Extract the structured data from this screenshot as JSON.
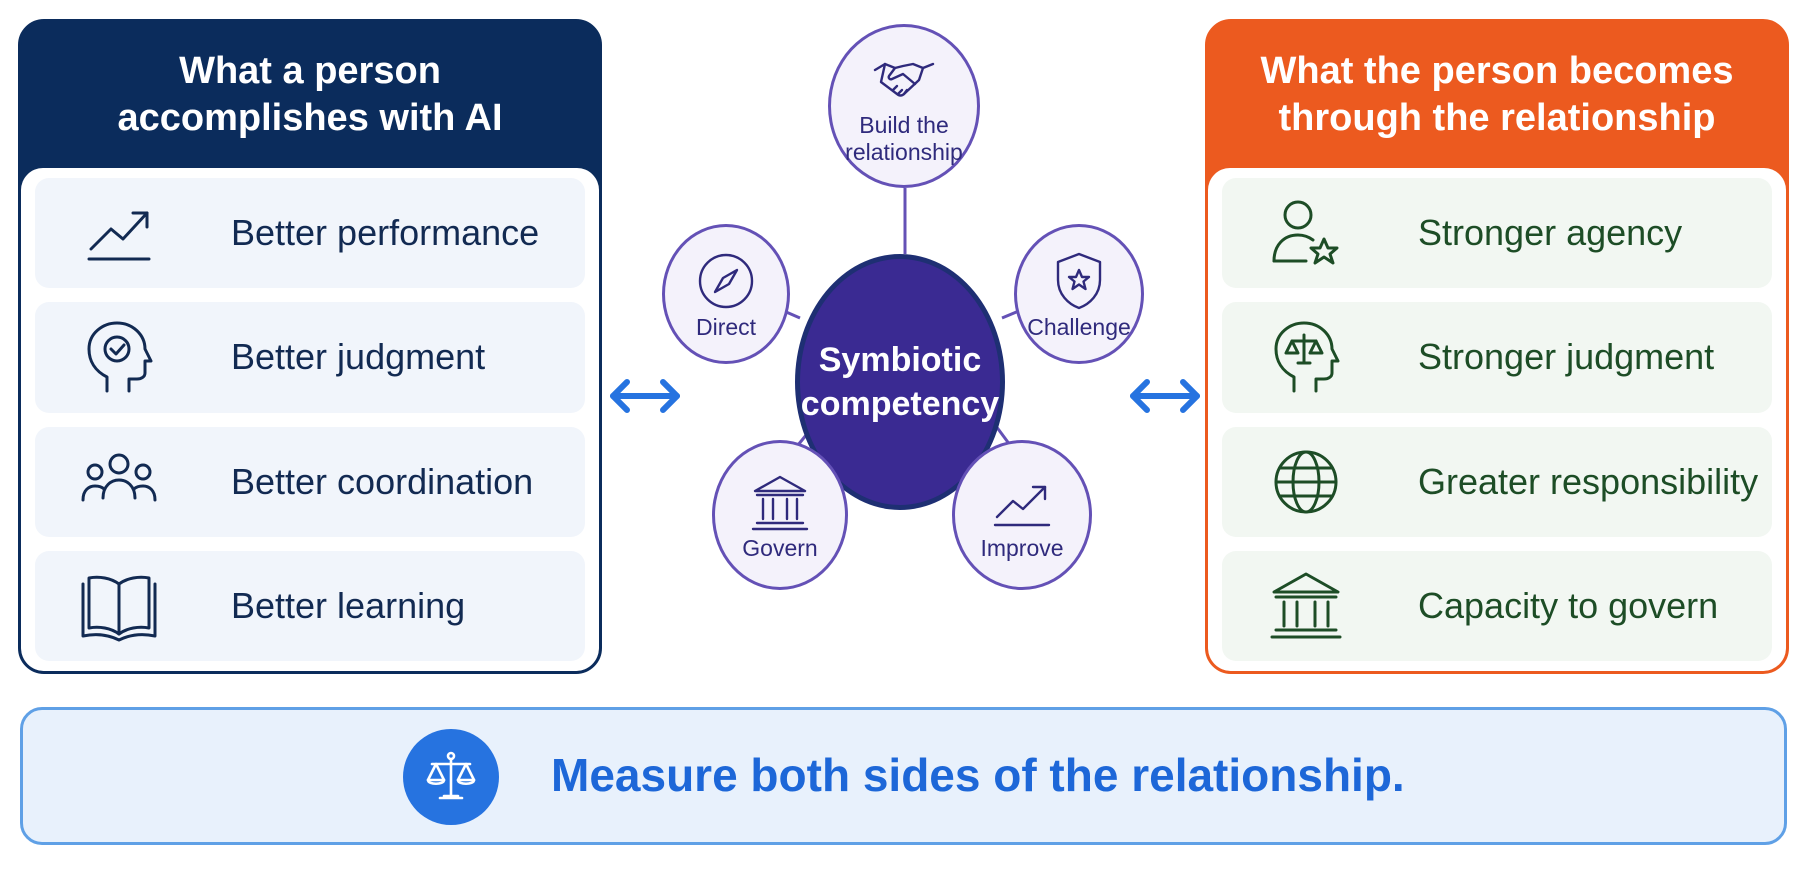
{
  "left_panel": {
    "title_line1": "What a person",
    "title_line2": "accomplishes with AI",
    "items": [
      {
        "label": "Better performance",
        "icon": "trend-up-icon"
      },
      {
        "label": "Better judgment",
        "icon": "head-check-icon"
      },
      {
        "label": "Better coordination",
        "icon": "people-group-icon"
      },
      {
        "label": "Better learning",
        "icon": "open-book-icon"
      }
    ]
  },
  "right_panel": {
    "title_line1": "What the person becomes",
    "title_line2": "through the relationship",
    "items": [
      {
        "label": "Stronger agency",
        "icon": "person-star-icon"
      },
      {
        "label": "Stronger judgment",
        "icon": "head-scales-icon"
      },
      {
        "label": "Greater responsibility",
        "icon": "globe-icon"
      },
      {
        "label": "Capacity to govern",
        "icon": "institution-icon"
      }
    ]
  },
  "center": {
    "hub_line1": "Symbiotic",
    "hub_line2": "competency",
    "nodes": [
      {
        "line1": "Build the",
        "line2": "relationship",
        "icon": "handshake-icon"
      },
      {
        "label": "Direct",
        "icon": "compass-icon"
      },
      {
        "label": "Challenge",
        "icon": "shield-star-icon"
      },
      {
        "label": "Govern",
        "icon": "institution-icon"
      },
      {
        "label": "Improve",
        "icon": "trend-up-icon"
      }
    ]
  },
  "banner": {
    "text": "Measure both sides of the relationship.",
    "icon": "scales-icon"
  },
  "colors": {
    "left_accent": "#0b2c5c",
    "right_accent": "#ec5a1f",
    "hub": "#3a2a92",
    "node_border": "#6451b6",
    "arrow": "#2673e0",
    "banner_text": "#1d67d8"
  }
}
